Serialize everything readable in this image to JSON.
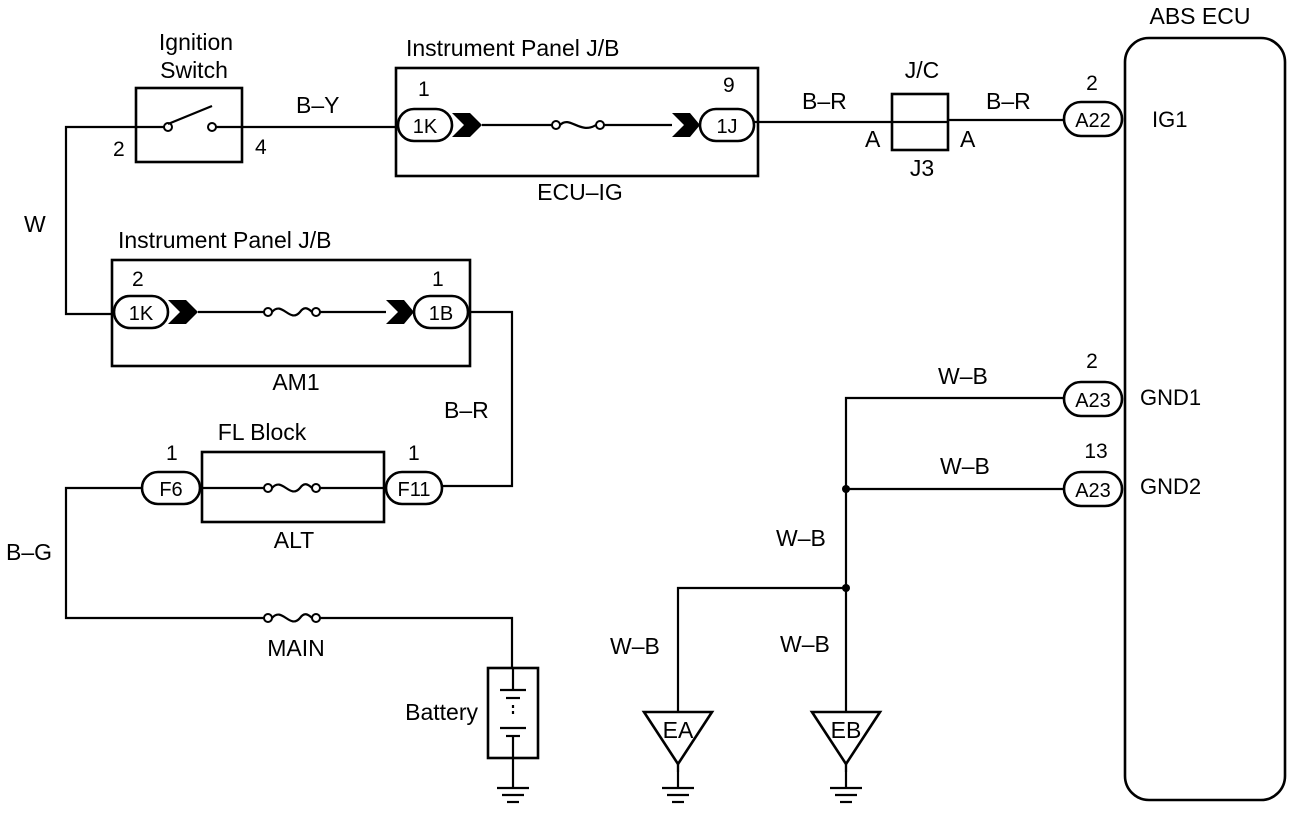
{
  "ecu": {
    "title": "ABS ECU",
    "terminals": {
      "ig1": "IG1",
      "gnd1": "GND1",
      "gnd2": "GND2"
    }
  },
  "ignition_switch": {
    "title_line1": "Ignition",
    "title_line2": "Switch",
    "pin_left": "2",
    "pin_right": "4"
  },
  "jb_top": {
    "title": "Instrument Panel J/B",
    "fuse": "ECU–IG",
    "left": {
      "pin": "1",
      "conn": "1K"
    },
    "right": {
      "pin": "9",
      "conn": "1J"
    }
  },
  "jb_mid": {
    "title": "Instrument Panel J/B",
    "fuse": "AM1",
    "left": {
      "pin": "2",
      "conn": "1K"
    },
    "right": {
      "pin": "1",
      "conn": "1B"
    }
  },
  "fl_block": {
    "title": "FL Block",
    "fuse": "ALT",
    "left": {
      "pin": "1",
      "conn": "F6"
    },
    "right": {
      "pin": "1",
      "conn": "F11"
    }
  },
  "main_fuse": "MAIN",
  "battery": "Battery",
  "jc": {
    "title": "J/C",
    "name": "J3",
    "pin_in": "A",
    "pin_out": "A"
  },
  "ecu_conns": {
    "ig1": {
      "pin": "2",
      "conn": "A22"
    },
    "gnd1": {
      "pin": "2",
      "conn": "A23"
    },
    "gnd2": {
      "pin": "13",
      "conn": "A23"
    }
  },
  "wires": {
    "by": "B–Y",
    "w": "W",
    "br_top": "B–R",
    "br_jc": "B–R",
    "br_mid": "B–R",
    "bg": "B–G",
    "wb_gnd1": "W–B",
    "wb_gnd2": "W–B",
    "wb_vert": "W–B",
    "wb_ea": "W–B",
    "wb_eb": "W–B"
  },
  "grounds": {
    "ea": "EA",
    "eb": "EB"
  }
}
